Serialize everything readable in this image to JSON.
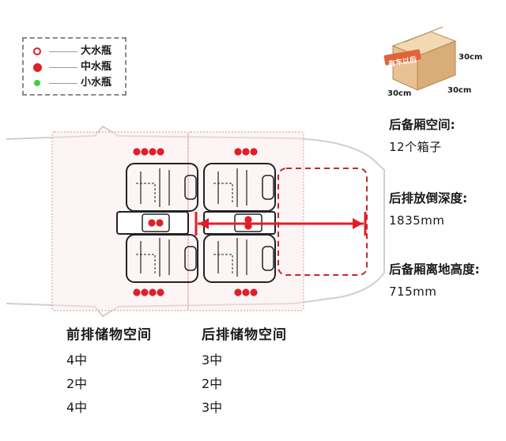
{
  "legend": {
    "items": [
      {
        "label": "大水瓶",
        "kind": "large",
        "color": "#e21e26"
      },
      {
        "label": "中水瓶",
        "kind": "medium",
        "color": "#e21e26"
      },
      {
        "label": "小水瓶",
        "kind": "small",
        "color": "#3ad23a"
      }
    ]
  },
  "cargo_box": {
    "brand": "有车以后",
    "dim_height": "30cm",
    "dim_width": "30cm",
    "dim_depth": "30cm"
  },
  "specs": [
    {
      "label": "后备厢空间:",
      "value": "12个箱子"
    },
    {
      "label": "后排放倒深度:",
      "value": "1835mm"
    },
    {
      "label": "后备厢离地高度:",
      "value": "715mm"
    }
  ],
  "front_storage": {
    "title": "前排储物空间",
    "rows": [
      "4中",
      "2中",
      "4中"
    ],
    "counts": [
      4,
      2,
      4
    ]
  },
  "rear_storage": {
    "title": "后排储物空间",
    "rows": [
      "3中",
      "2中",
      "3中"
    ],
    "counts": [
      3,
      2,
      3
    ]
  },
  "colors": {
    "accent_red": "#e21e26",
    "zone_fill": "#fbe9e9",
    "car_outline": "#cfcfcf",
    "seat_outline": "#222222",
    "box_fill": "#e9c79b"
  }
}
